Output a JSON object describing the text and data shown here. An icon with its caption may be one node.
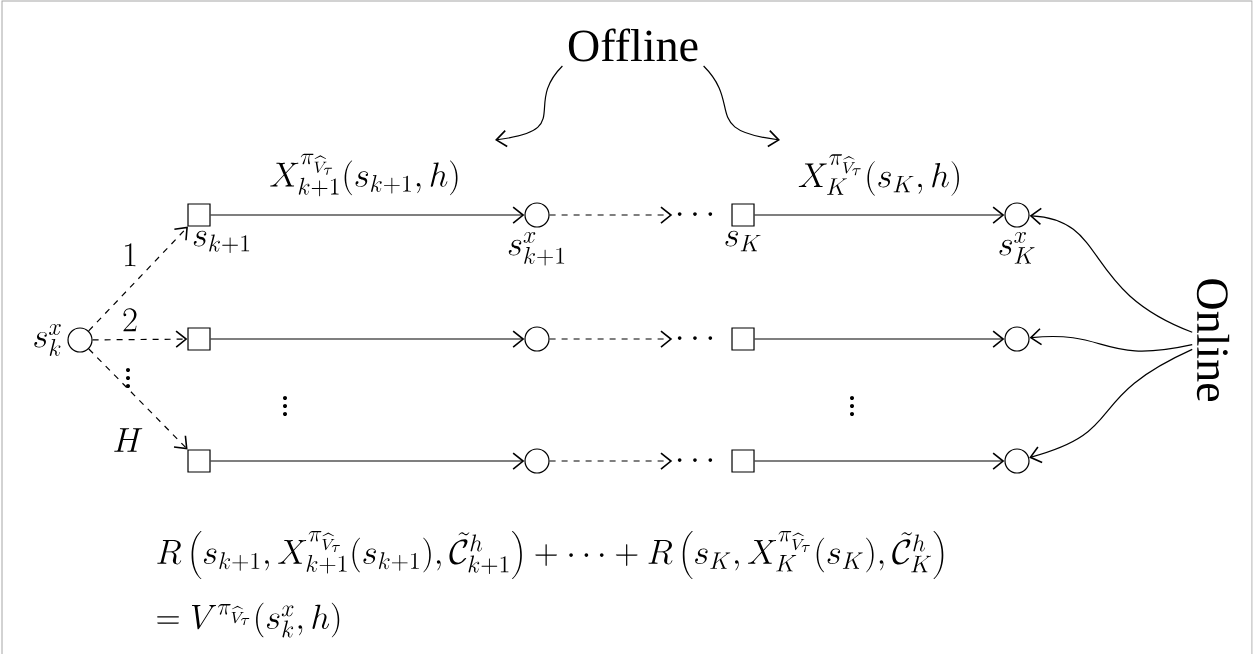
{
  "diagram": {
    "nodes": [
      {
        "text": [],
        "shape": "circle",
        "beside": [
          "s_k^x"
        ]
      },
      {
        "text": [],
        "shape": "box",
        "beside": [
          "s_{k+1}"
        ]
      },
      {
        "text": [],
        "shape": "circle",
        "beside": [
          "s_{k+1}^x"
        ]
      },
      {
        "text": [],
        "shape": "box",
        "beside": [
          "s_K"
        ]
      },
      {
        "text": [],
        "shape": "circle",
        "beside": [
          "s_K^x"
        ]
      },
      {
        "text": [],
        "shape": "box"
      },
      {
        "text": [],
        "shape": "circle"
      },
      {
        "text": [],
        "shape": "box"
      },
      {
        "text": [],
        "shape": "circle"
      },
      {
        "text": [],
        "shape": "box"
      },
      {
        "text": [],
        "shape": "circle"
      },
      {
        "text": [],
        "shape": "box"
      },
      {
        "text": [],
        "shape": "circle"
      },
      {
        "text": [
          "Offline"
        ]
      },
      {
        "text": [
          "Online"
        ]
      },
      {
        "text": [
          "\\cdots"
        ]
      },
      {
        "text": [
          "\\cdots"
        ]
      },
      {
        "text": [
          "\\cdots"
        ]
      }
    ],
    "edges": [
      {
        "from": 0,
        "to": 1,
        "arrow": "to",
        "style": "dashed",
        "label": "1"
      },
      {
        "from": 0,
        "to": 5,
        "arrow": "to",
        "style": "dashed",
        "label": "2"
      },
      {
        "from": 0,
        "to": 9,
        "arrow": "to",
        "style": "dashed",
        "label": "H"
      },
      {
        "from": 1,
        "to": 2,
        "arrow": "to",
        "label": "X_{k+1}^{\\pi_{\\widehat{V}_\\tau}}(s_{k+1},h)"
      },
      {
        "from": 2,
        "to": 15,
        "arrow": "to",
        "style": "dashed"
      },
      {
        "from": 3,
        "to": 4,
        "arrow": "to",
        "label": "X_K^{\\pi_{\\widehat{V}_\\tau}}(s_K,h)"
      },
      {
        "from": 5,
        "to": 6,
        "arrow": "to"
      },
      {
        "from": 6,
        "to": 16,
        "arrow": "to",
        "style": "dashed"
      },
      {
        "from": 7,
        "to": 8,
        "arrow": "to"
      },
      {
        "from": 9,
        "to": 10,
        "arrow": "to"
      },
      {
        "from": 10,
        "to": 17,
        "arrow": "to",
        "style": "dashed"
      },
      {
        "from": 11,
        "to": 12,
        "arrow": "to"
      },
      {
        "from": 13,
        "to": null,
        "arrow": "to"
      },
      {
        "from": 13,
        "to": null,
        "arrow": "to"
      },
      {
        "from": 14,
        "to": 4,
        "arrow": "to"
      },
      {
        "from": 14,
        "to": 8,
        "arrow": "to"
      },
      {
        "from": 14,
        "to": 12,
        "arrow": "to"
      }
    ],
    "labels": [
      "\\vdots",
      "\\vdots",
      "\\vdots",
      "R\\left(s_{k+1},X_{k+1}^{\\pi_{\\widehat{V}_\\tau}}(s_{k+1}),\\tilde{\\mathcal{C}}_{k+1}^h\\right)+\\cdots+R\\left(s_K,X_K^{\\pi_{\\widehat{V}_\\tau}}(s_K),\\tilde{\\mathcal{C}}_K^h\\right)",
      "=V^{\\pi_{\\widehat{V}_\\tau}}(s_k^x,h)"
    ]
  }
}
